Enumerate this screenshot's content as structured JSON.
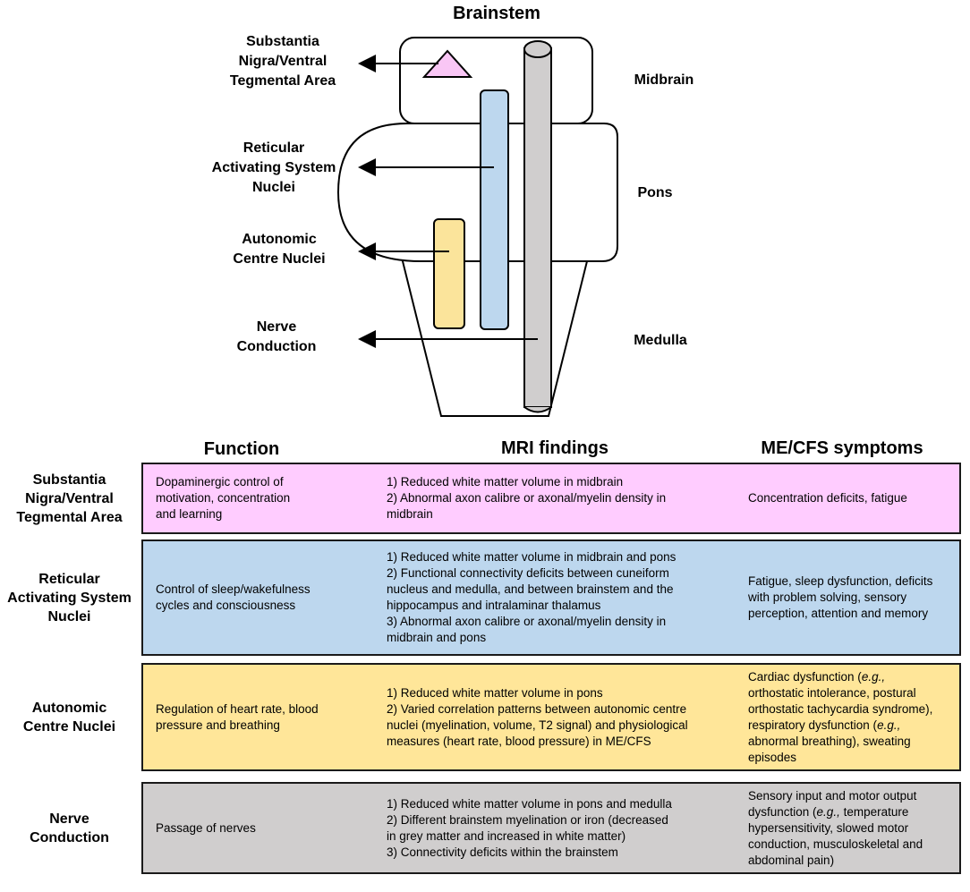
{
  "figure": {
    "title": "Brainstem",
    "regions": {
      "midbrain": "Midbrain",
      "pons": "Pons",
      "medulla": "Medulla"
    },
    "structures": [
      {
        "lines": [
          "Substantia",
          "Nigra/Ventral",
          "Tegmental Area"
        ],
        "color": "#f9c6f5"
      },
      {
        "lines": [
          "Reticular",
          "Activating System",
          "Nuclei"
        ],
        "color": "#bdd7ee"
      },
      {
        "lines": [
          "Autonomic",
          "Centre Nuclei"
        ],
        "color": "#fbe49b"
      },
      {
        "lines": [
          "Nerve",
          "Conduction"
        ],
        "color": "#d0cece"
      }
    ]
  },
  "table": {
    "headers": {
      "function": "Function",
      "mri": "MRI findings",
      "symptoms": "ME/CFS symptoms"
    },
    "rows": [
      {
        "color": "#ffccff",
        "label_lines": [
          "Substantia",
          "Nigra/Ventral",
          "Tegmental Area"
        ],
        "function_lines": [
          "Dopaminergic control of",
          "motivation, concentration",
          "and learning"
        ],
        "mri_lines": [
          "1) Reduced white matter volume in midbrain",
          "2) Abnormal axon calibre or axonal/myelin density in",
          "midbrain"
        ],
        "symptom_lines": [
          "Concentration deficits, fatigue"
        ]
      },
      {
        "color": "#bdd7ee",
        "label_lines": [
          "Reticular",
          "Activating System",
          "Nuclei"
        ],
        "function_lines": [
          "Control of sleep/wakefulness",
          "cycles and consciousness"
        ],
        "mri_lines": [
          "1) Reduced white matter volume in midbrain and pons",
          "2) Functional connectivity deficits between cuneiform",
          "nucleus and medulla, and between brainstem and the",
          "hippocampus and intralaminar thalamus",
          "3) Abnormal axon calibre or axonal/myelin density in",
          "midbrain and pons"
        ],
        "symptom_lines": [
          "Fatigue, sleep dysfunction, deficits",
          "with problem solving, sensory",
          "perception, attention and memory"
        ]
      },
      {
        "color": "#ffe699",
        "label_lines": [
          "Autonomic",
          "Centre Nuclei"
        ],
        "function_lines": [
          "Regulation of heart rate, blood",
          "pressure and breathing"
        ],
        "mri_lines": [
          "1) Reduced white matter volume in pons",
          "2) Varied correlation patterns between autonomic centre",
          "nuclei (myelination, volume, T2 signal) and physiological",
          "measures (heart rate, blood pressure) in ME/CFS"
        ],
        "symptom_lines": [
          "Cardiac dysfunction (e.g.,",
          "orthostatic intolerance, postural",
          "orthostatic tachycardia syndrome),",
          "respiratory dysfunction (e.g.,",
          "abnormal breathing), sweating",
          "episodes"
        ]
      },
      {
        "color": "#d0cece",
        "label_lines": [
          "Nerve",
          "Conduction"
        ],
        "function_lines": [
          "Passage of nerves"
        ],
        "mri_lines": [
          "1) Reduced white matter volume in pons and medulla",
          "2) Different brainstem myelination or iron (decreased",
          "in grey matter and increased in white matter)",
          "3) Connectivity deficits within the brainstem"
        ],
        "symptom_lines": [
          "Sensory input and motor output",
          "dysfunction (e.g., temperature",
          "hypersensitivity, slowed motor",
          "conduction, musculoskeletal and",
          "abdominal pain)"
        ]
      }
    ]
  }
}
